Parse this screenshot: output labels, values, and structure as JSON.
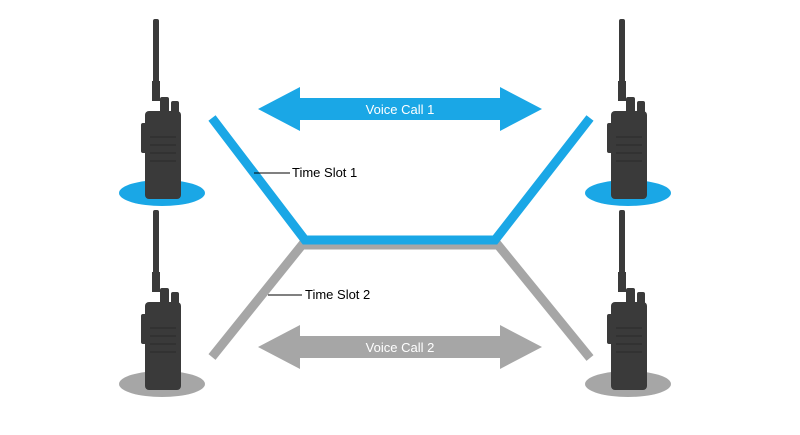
{
  "colors": {
    "slot1": "#1aa7e6",
    "slot2": "#a6a6a6",
    "radio": "#3a3a3a",
    "radio_detail": "#2a2a2a",
    "label_text": "#000000",
    "arrow_text": "#ffffff"
  },
  "calls": [
    {
      "label": "Voice Call 1",
      "color_key": "slot1"
    },
    {
      "label": "Voice Call 2",
      "color_key": "slot2"
    }
  ],
  "slots": [
    {
      "label": "Time Slot 1",
      "color_key": "slot1"
    },
    {
      "label": "Time Slot 2",
      "color_key": "slot2"
    }
  ],
  "radios": [
    {
      "id": "top-left",
      "base_key": "slot1"
    },
    {
      "id": "top-right",
      "base_key": "slot1"
    },
    {
      "id": "bottom-left",
      "base_key": "slot2"
    },
    {
      "id": "bottom-right",
      "base_key": "slot2"
    }
  ],
  "icons": [
    "two-way-radio-icon",
    "double-arrow-icon"
  ]
}
